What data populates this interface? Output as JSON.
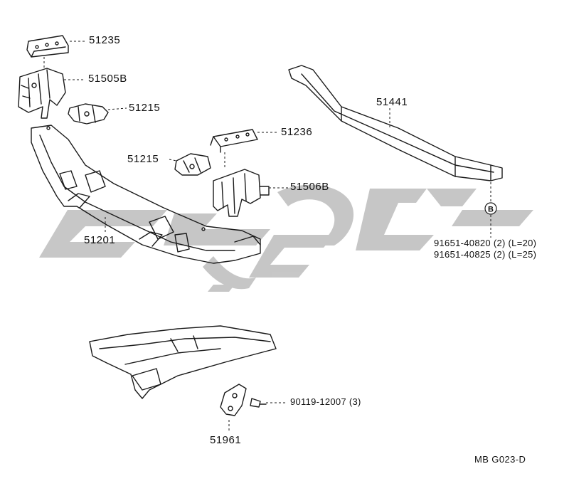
{
  "labels": {
    "p51235": "51235",
    "p51505B": "51505B",
    "p51215_top": "51215",
    "p51236": "51236",
    "p51215_mid": "51215",
    "p51506B": "51506B",
    "p51201": "51201",
    "p51441": "51441",
    "callout_b": "B",
    "bolt_line1": "91651-40820 (2) (L=20)",
    "bolt_line2": "91651-40825 (2) (L=25)",
    "screw": "90119-12007 (3)",
    "p51961": "51961",
    "diagram_code": "MB G023-D"
  },
  "watermark": {
    "color": "#c4c4c4"
  },
  "colors": {
    "line": "#1a1a1a",
    "paper": "#ffffff"
  }
}
